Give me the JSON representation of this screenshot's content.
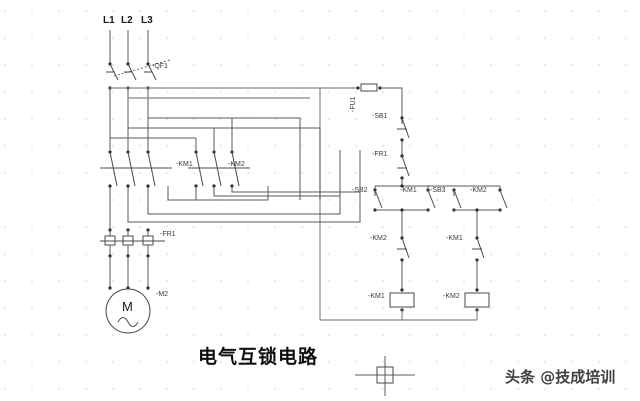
{
  "diagram": {
    "title": "电气互锁电路",
    "watermark": "头条 @技成培训",
    "origin_marker": "crosshair-target",
    "colors": {
      "wire": "#5a5a5a",
      "wire_green": "#7f8c7f",
      "symbol": "#4a4a4a",
      "node": "#2b2b2b",
      "background": "#ffffff",
      "grid_dot": "#e9e9ec"
    }
  },
  "power_circuit": {
    "phase_labels": [
      "L1",
      "L2",
      "L3"
    ],
    "breaker": {
      "label": "-QF1",
      "type": "3-pole-circuit-breaker"
    },
    "contactor_forward": {
      "label": "-KM1",
      "type": "3-pole-main-contact"
    },
    "contactor_reverse": {
      "label": "-KM2",
      "type": "3-pole-main-contact"
    },
    "overload_relay": {
      "label": "-FR1",
      "type": "thermal-overload-relay"
    },
    "motor": {
      "label": "-M2",
      "symbol": "M",
      "type": "ac-motor"
    }
  },
  "control_circuit": {
    "fuse": {
      "label": "-FU1",
      "type": "fuse"
    },
    "stop_button": {
      "label": "-SB1",
      "type": "nc-pushbutton"
    },
    "overload_contact": {
      "label": "-FR1",
      "type": "nc-contact"
    },
    "branch_forward": {
      "start_button": {
        "label": "-SB2",
        "type": "no-pushbutton"
      },
      "holding_contact": {
        "label": "-KM1",
        "type": "no-auxiliary-contact"
      },
      "interlock_contact": {
        "label": "-KM2",
        "type": "nc-auxiliary-contact"
      },
      "coil": {
        "label": "-KM1",
        "type": "contactor-coil"
      }
    },
    "branch_reverse": {
      "start_button": {
        "label": "-SB3",
        "type": "no-pushbutton"
      },
      "holding_contact": {
        "label": "-KM2",
        "type": "no-auxiliary-contact"
      },
      "interlock_contact": {
        "label": "-KM1",
        "type": "nc-auxiliary-contact"
      },
      "coil": {
        "label": "-KM2",
        "type": "contactor-coil"
      }
    }
  }
}
